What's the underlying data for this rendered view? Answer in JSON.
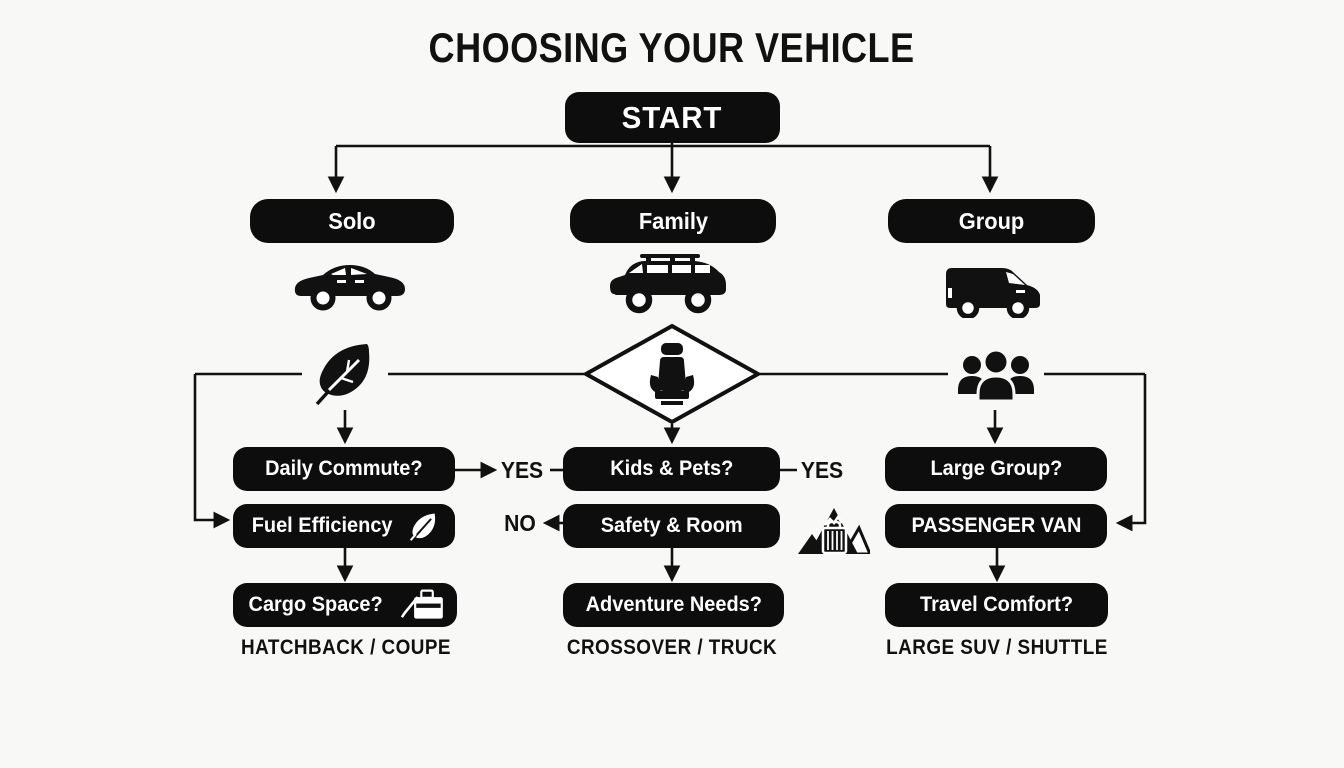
{
  "title": "CHOOSING YOUR VEHICLE",
  "colors": {
    "background": "#f8f8f6",
    "node_fill": "#0d0d0d",
    "node_text": "#ffffff",
    "line": "#111111"
  },
  "start": {
    "label": "START"
  },
  "branches": {
    "solo": {
      "label": "Solo",
      "vehicle_icon": "sedan-car-icon"
    },
    "family": {
      "label": "Family",
      "vehicle_icon": "suv-icon"
    },
    "group": {
      "label": "Group",
      "vehicle_icon": "van-icon"
    }
  },
  "decision_icons": {
    "left": "leaf-icon",
    "center": "car-seat-icon",
    "right": "people-group-icon",
    "extra": "mountains-luggage-icon"
  },
  "nodes": {
    "daily_commute": "Daily Commute?",
    "fuel_efficiency": "Fuel Efficiency",
    "cargo_space": "Cargo Space?",
    "kids_pets": "Kids & Pets?",
    "safety_room": "Safety & Room",
    "adventure_needs": "Adventure Needs?",
    "large_group": "Large Group?",
    "passenger_van": "PASSENGER VAN",
    "travel_comfort": "Travel Comfort?"
  },
  "edge_labels": {
    "yes_left": "YES",
    "yes_right": "YES",
    "no": "NO"
  },
  "results": {
    "solo": "HATCHBACK / COUPE",
    "family": "CROSSOVER / TRUCK",
    "group": "LARGE SUV / SHUTTLE"
  }
}
